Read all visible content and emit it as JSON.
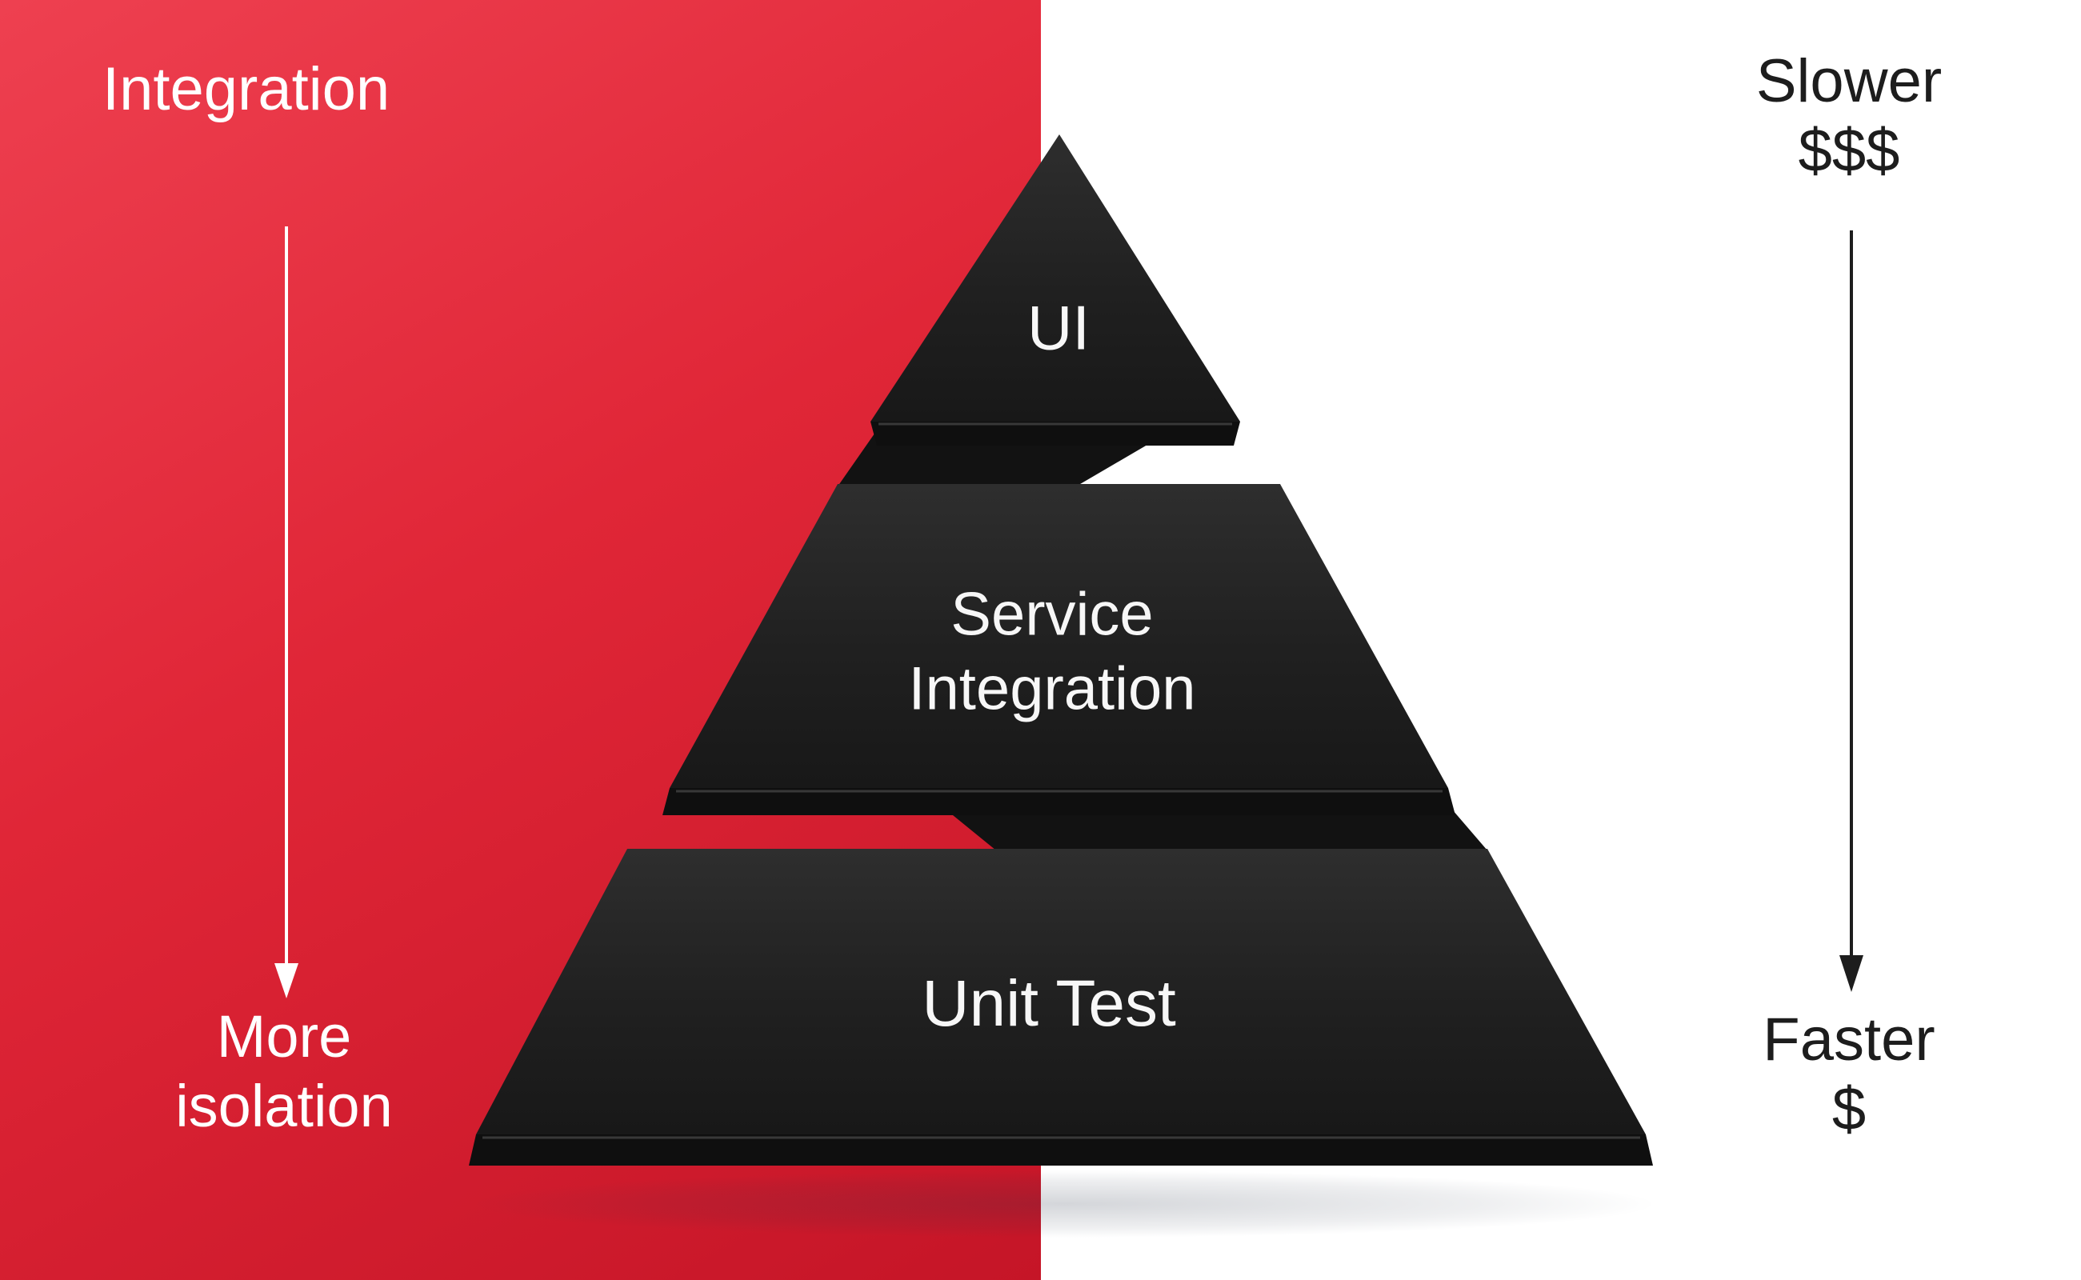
{
  "title": "Test pyramid diagram",
  "colors": {
    "red_top": "#ee4050",
    "red_mid": "#e02637",
    "red_bottom": "#c51527",
    "tier_face_top": "#2e2e2e",
    "tier_face_bottom": "#181818",
    "tier_rim": "#0f0f0f",
    "tier_highlight": "#5a5a5a",
    "wedge": "#121212",
    "text_light": "#ffffff",
    "text_dark": "#1d1d1d"
  },
  "left_panel": {
    "top_label": "Integration",
    "bottom_label": [
      "More",
      "isolation"
    ]
  },
  "right_panel": {
    "top_label": [
      "Slower",
      "$$$"
    ],
    "bottom_label": [
      "Faster",
      "$"
    ]
  },
  "pyramid": {
    "tiers": [
      {
        "id": "ui",
        "label": "UI"
      },
      {
        "id": "service-integration",
        "label_lines": [
          "Service",
          "Integration"
        ]
      },
      {
        "id": "unit-test",
        "label": "Unit Test"
      }
    ]
  }
}
